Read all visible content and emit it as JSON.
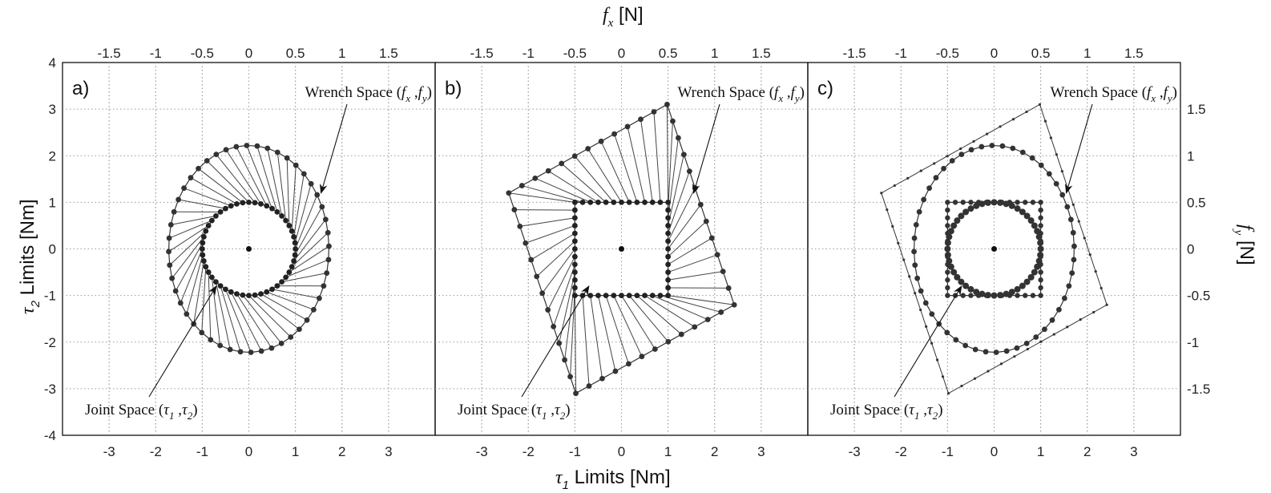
{
  "figure": {
    "top_axis_label": "f_x [N]",
    "bottom_axis_label": "τ_1 Limits [Nm]",
    "left_axis_label": "τ_2 Limits [Nm]",
    "right_axis_label": "f_y [N]"
  },
  "chart_data": [
    {
      "panel": "a)",
      "type": "scatter",
      "joint_space": "circle",
      "wrench_space": "ellipse",
      "x_label": "τ1 Limits [Nm]",
      "y_label": "τ2 Limits [Nm]",
      "xlim": [
        -4,
        4
      ],
      "ylim": [
        -4,
        4
      ],
      "x_ticks": [
        -3,
        -2,
        -1,
        0,
        1,
        2,
        3
      ],
      "y_ticks": [
        -4,
        -3,
        -2,
        -1,
        0,
        1,
        2,
        3,
        4
      ],
      "top_ticks": [
        -1.5,
        -1,
        -0.5,
        0,
        0.5,
        1,
        1.5
      ],
      "annotations": {
        "wrench": "Wrench Space (f_x , f_y)",
        "joint": "Joint Space (τ_1 , τ_2)"
      },
      "grid": true
    },
    {
      "panel": "b)",
      "type": "scatter",
      "joint_space": "square",
      "wrench_space": "rotated-parallelogram",
      "xlim": [
        -4,
        4
      ],
      "ylim": [
        -4,
        4
      ],
      "x_ticks": [
        -3,
        -2,
        -1,
        0,
        1,
        2,
        3
      ],
      "top_ticks": [
        -1.5,
        -1,
        -0.5,
        0,
        0.5,
        1,
        1.5
      ],
      "annotations": {
        "wrench": "Wrench Space (f_x , f_y)",
        "joint": "Joint Space (τ_1 , τ_2)"
      },
      "grid": true
    },
    {
      "panel": "c)",
      "type": "scatter",
      "joint_space": "circle and square",
      "wrench_space": "ellipse and parallelogram",
      "xlim": [
        -4,
        4
      ],
      "ylim": [
        -4,
        4
      ],
      "x_ticks": [
        -3,
        -2,
        -1,
        0,
        1,
        2,
        3
      ],
      "top_ticks": [
        -1.5,
        -1,
        -0.5,
        0,
        0.5,
        1,
        1.5
      ],
      "right_ticks": [
        -1.5,
        -1,
        -0.5,
        0,
        0.5,
        1,
        1.5
      ],
      "y2_label": "f_y [N]",
      "annotations": {
        "wrench": "Wrench Space (f_x , f_y)",
        "joint": "Joint Space (τ_1 , τ_2)"
      },
      "grid": true
    }
  ]
}
